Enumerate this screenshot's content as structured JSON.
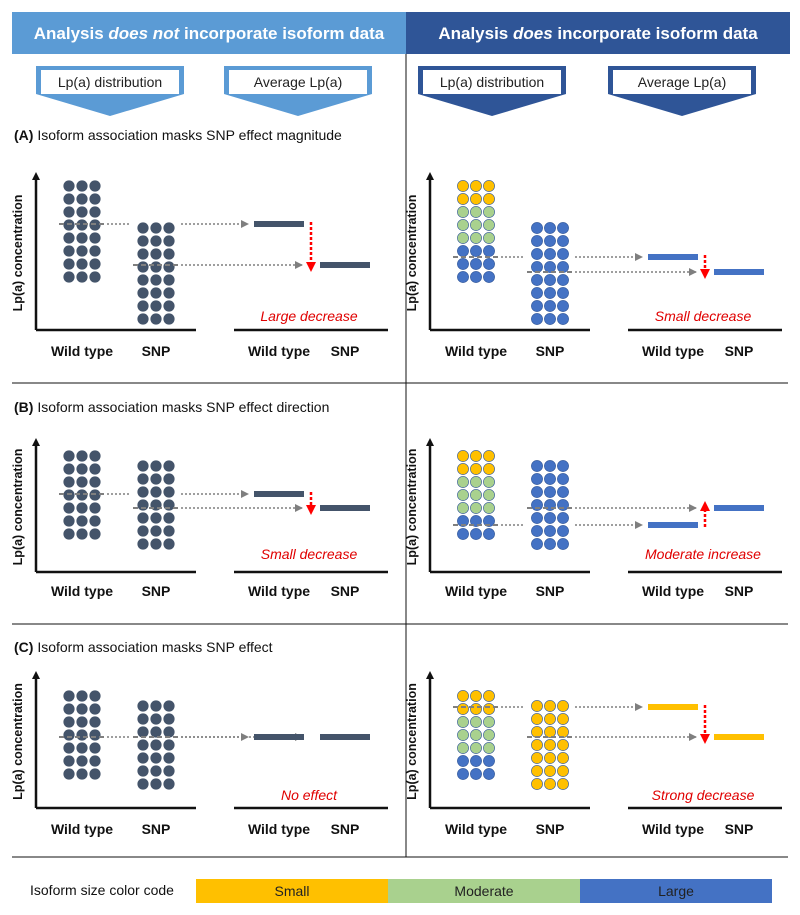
{
  "headers": {
    "left": [
      "Analysis ",
      "does not",
      " incorporate isoform data"
    ],
    "right": [
      "Analysis ",
      "does",
      " incorporate isoform data"
    ]
  },
  "subheaders": [
    "Lp(a) distribution",
    "Average Lp(a)"
  ],
  "y_axis_label": "Lp(a) concentration",
  "x_labels": [
    "Wild type",
    "SNP"
  ],
  "colors": {
    "left_header": "#5b9bd5",
    "right_header": "#2f5597",
    "dark_dot": "#44546a",
    "small": "#ffc000",
    "moderate": "#a9d18e",
    "large": "#4472c4",
    "arrow_red": "#ff0000"
  },
  "sections": [
    {
      "label": "(A)",
      "title": " Isoform association masks SNP effect magnitude",
      "left": {
        "effect": "Large decrease",
        "wt": {
          "rows": 8,
          "avg": 224
        },
        "snp": {
          "rows": 8,
          "avg": 265
        },
        "wt_bar": 224,
        "snp_bar": 265,
        "arrow": "down-large"
      },
      "right": {
        "effect": "Small decrease",
        "wt": {
          "rows": 8,
          "colors": [
            "S",
            "S",
            "M",
            "M",
            "M",
            "L",
            "L",
            "L"
          ],
          "avg": 257
        },
        "snp": {
          "rows": 8,
          "colors": [
            "L",
            "L",
            "L",
            "L",
            "L",
            "L",
            "L",
            "L"
          ],
          "avg": 272
        },
        "wt_bar": 257,
        "snp_bar": 272,
        "arrow": "down-small"
      }
    },
    {
      "label": "(B)",
      "title": " Isoform association masks SNP effect direction",
      "left": {
        "effect": "Small decrease",
        "wt": {
          "rows": 7,
          "avg": 494
        },
        "snp": {
          "rows": 7,
          "avg": 508
        },
        "wt_bar": 494,
        "snp_bar": 508,
        "arrow": "down-small"
      },
      "right": {
        "effect": "Moderate increase",
        "wt": {
          "rows": 7,
          "colors": [
            "S",
            "S",
            "M",
            "M",
            "M",
            "L",
            "L"
          ],
          "avg": 525
        },
        "snp": {
          "rows": 7,
          "colors": [
            "L",
            "L",
            "L",
            "L",
            "L",
            "L",
            "L"
          ],
          "avg": 508
        },
        "wt_bar": 525,
        "snp_bar": 508,
        "arrow": "up"
      }
    },
    {
      "label": "(C)",
      "title": " Isoform association masks SNP effect",
      "left": {
        "effect": "No effect",
        "wt": {
          "rows": 7,
          "avg": 737
        },
        "snp": {
          "rows": 7,
          "avg": 737
        },
        "wt_bar": 737,
        "snp_bar": 737,
        "arrow": "none"
      },
      "right": {
        "effect": "Strong decrease",
        "wt": {
          "rows": 7,
          "colors": [
            "S",
            "S",
            "M",
            "M",
            "M",
            "L",
            "L"
          ],
          "avg": 707
        },
        "snp": {
          "rows": 7,
          "colors": [
            "S",
            "S",
            "S",
            "S",
            "S",
            "S",
            "S"
          ],
          "avg": 737
        },
        "wt_bar": 707,
        "snp_bar": 737,
        "arrow": "down-large"
      }
    }
  ],
  "legend": {
    "title": "Isoform size color code",
    "items": [
      "Small",
      "Moderate",
      "Large"
    ]
  }
}
